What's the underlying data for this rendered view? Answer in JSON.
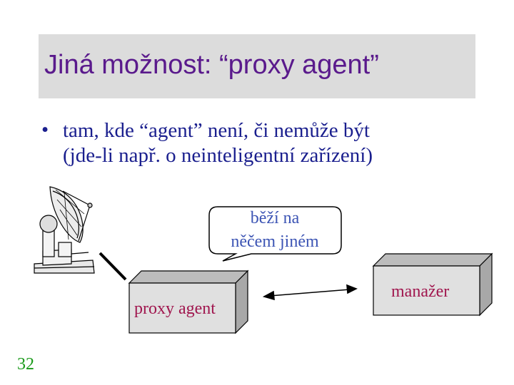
{
  "slide": {
    "title": "Jiná možnost: “proxy agent”",
    "bullet": {
      "marker": "•",
      "lines": [
        "tam, kde “agent” není, či nemůže být",
        "(jde-li např. o neinteligentní zařízení)"
      ]
    },
    "callout": {
      "lines": [
        "běží na",
        "něčem jiném"
      ]
    },
    "proxy_box": {
      "label": "proxy agent"
    },
    "manager_box": {
      "label": "manažer"
    },
    "page_number": "32"
  },
  "colors": {
    "title": "#5a1a8c",
    "title_band": "#dcdcdc",
    "bullet_text": "#1a1f8e",
    "callout_text": "#3c54b4",
    "box_label": "#a0164e",
    "box_face": "#e0e0e0",
    "page_number": "#1a9a1a"
  },
  "icons": [
    "satellite-dish-icon",
    "speech-bubble-icon",
    "double-arrow-icon"
  ]
}
